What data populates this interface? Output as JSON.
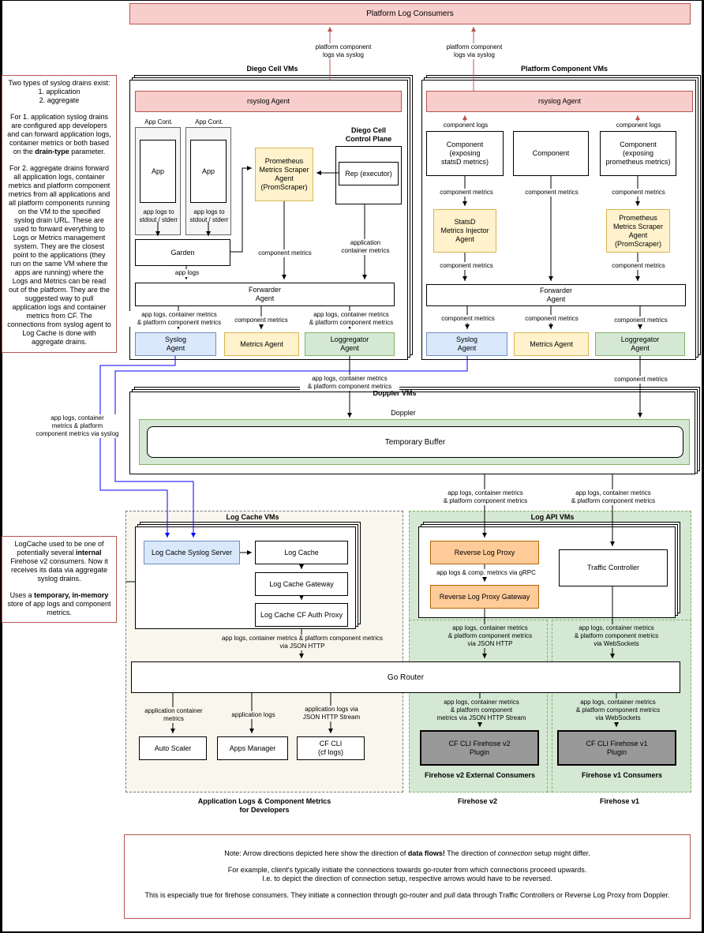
{
  "top": {
    "consumers": "Platform Log Consumers"
  },
  "arrows": {
    "platform_syslog": "platform component\nlogs via syslog",
    "component_logs": "component logs",
    "component_metrics": "component metrics",
    "app_logs": "app logs",
    "app_container_platform": "app logs, container metrics\n& platform component metrics",
    "app_container_platform_syslog": "app logs, container\nmetrics & platform\ncomponent metrics via syslog",
    "application_container_metrics": "application\ncontainer metrics",
    "grpc": "app logs & comp. metrics via gRPC",
    "json_http": "app logs, container metrics\n& platform component metrics\nvia JSON HTTP",
    "websockets": "app logs, container metrics\n& platform component metrics\nvia WebSockets",
    "logcache_json_http": "app logs, container metrics & platform component metrics\nvia JSON HTTP",
    "json_http_stream": "app logs, container metrics\n& platform component\nmetrics via JSON HTTP Stream",
    "app_container_metrics_short": "application container\nmetrics",
    "application_logs": "application logs",
    "application_logs_stream": "application logs via\nJSON HTTP Stream"
  },
  "diego": {
    "title": "Diego Cell VMs",
    "rsyslog": "rsyslog Agent",
    "app_cont": "App Cont.",
    "app": "App",
    "stdout": "app logs to\nstdout / stderr",
    "garden": "Garden",
    "control_plane": "Diego Cell\nControl Plane",
    "rep": "Rep (executor)",
    "prom": "Prometheus\nMetrics Scraper\nAgent\n(PromScraper)",
    "forwarder": "Forwarder\nAgent",
    "syslog_agent": "Syslog\nAgent",
    "metrics_agent": "Metrics Agent",
    "loggregator_agent": "Loggregator\nAgent"
  },
  "platform": {
    "title": "Platform Component VMs",
    "rsyslog": "rsyslog Agent",
    "comp_statsd": "Component\n(exposing\nstatsD metrics)",
    "comp": "Component",
    "comp_prom": "Component\n(exposing\nprometheus metrics)",
    "statsd_injector": "StatsD\nMetrics Injector\nAgent",
    "prom": "Prometheus\nMetrics Scraper\nAgent\n(PromScraper)",
    "forwarder": "Forwarder\nAgent",
    "syslog_agent": "Syslog\nAgent",
    "metrics_agent": "Metrics Agent",
    "loggregator_agent": "Loggregator\nAgent"
  },
  "doppler": {
    "title": "Doppler VMs",
    "inner": "Doppler",
    "buffer": "Temporary Buffer"
  },
  "logcache": {
    "title": "Log Cache VMs",
    "syslog_server": "Log Cache Syslog Server",
    "cache": "Log Cache",
    "gateway": "Log Cache Gateway",
    "auth_proxy": "Log Cache CF Auth Proxy"
  },
  "logapi": {
    "title": "Log API VMs",
    "rlp": "Reverse Log Proxy",
    "rlp_gateway": "Reverse Log Proxy Gateway",
    "traffic_controller": "Traffic Controller"
  },
  "gorouter": "Go Router",
  "consumers": {
    "auto_scaler": "Auto Scaler",
    "apps_manager": "Apps Manager",
    "cf_cli": "CF CLI\n(cf logs)",
    "fh_v2_plugin": "CF CLI Firehose v2\nPlugin",
    "fh_v1_plugin": "CF CLI Firehose v1\nPlugin"
  },
  "groups": {
    "dev": "Application Logs & Component Metrics\nfor Developers",
    "fh_v2_ext": "Firehose v2 External Consumers",
    "fh_v1_cons": "Firehose v1 Consumers",
    "fh_v2": "Firehose v2",
    "fh_v1": "Firehose v1"
  },
  "left_note": {
    "p1": "Two types of syslog drains exist:\n1. application\n2. aggregate",
    "p2_a": "For 1. application syslog drains are configured app developers and can forward application logs, container metrics or both based on the ",
    "p2_b": "drain-type",
    "p2_c": " parameter.",
    "p3": "For 2. aggregate drains forward all application logs, container metrics and platform component metrics from all applications and all platform components running on the VM to the specified syslog drain URL. These are used to forward everything to Logs or Metrics management system. They are the closest point to the applications (they run on the same VM where the apps are running) where the Logs and Metrics can be read out of the platform. They are the suggested way to pull application logs and container metrics from CF. The connections from syslog agent to Log Cache is done with aggregate drains."
  },
  "logcache_note": {
    "a": "LogCache used to be one of potentially several ",
    "b": "internal",
    "c": " Firehose v2 consumers. Now it receives its data via aggregate syslog drains.",
    "d": "Uses a ",
    "e": "temporary, in-memory",
    "f": " store of app logs and component metrics."
  },
  "bottom_note": {
    "l1a": "Note: Arrow directions depicted here show the direction of ",
    "l1b": "data flows!",
    "l1c": " The direction of ",
    "l1d": "connection",
    "l1e": " setup might differ.",
    "l2": "For example, client's typically initiate the connections towards go-router from which connections proceed upwards.\nI.e. to depict the direction of connection setup, respective arrows would have to be reversed.",
    "l3a": "This is especially true for firehose consumers. They initiate a connection through go-router and ",
    "l3b": "pull",
    "l3c": " data through Traffic Controllers or Reverse Log Proxy from Doppler."
  },
  "colors": {
    "red": "#f8cecc",
    "yellow": "#fff2cc",
    "blue": "#dae8fc",
    "green": "#d5e8d4",
    "orange": "#ffcc99",
    "gray": "#999999",
    "blue_line": "#0000ff",
    "red_line": "#b85450"
  }
}
